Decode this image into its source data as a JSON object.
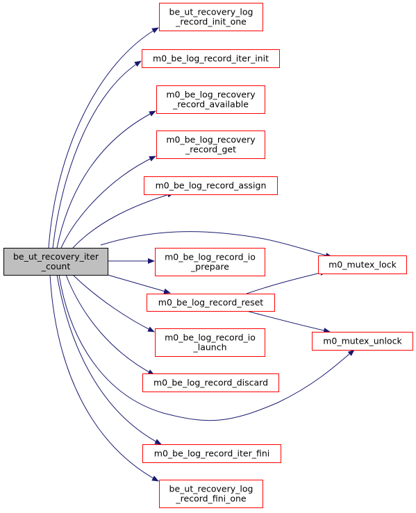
{
  "colors": {
    "edge": "#191970",
    "node_border": "#ff0000",
    "root_fill": "#bfbfbf",
    "root_border": "#000000",
    "node_fill": "#ffffff"
  },
  "graph": {
    "root": {
      "id": "root",
      "lines": [
        "be_ut_recovery_iter",
        "_count"
      ]
    },
    "nodes": [
      {
        "id": "n1",
        "lines": [
          "be_ut_recovery_log",
          "_record_init_one"
        ]
      },
      {
        "id": "n2",
        "lines": [
          "m0_be_log_record_iter_init"
        ]
      },
      {
        "id": "n3",
        "lines": [
          "m0_be_log_recovery",
          "_record_available"
        ]
      },
      {
        "id": "n4",
        "lines": [
          "m0_be_log_recovery",
          "_record_get"
        ]
      },
      {
        "id": "n5",
        "lines": [
          "m0_be_log_record_assign"
        ]
      },
      {
        "id": "n6",
        "lines": [
          "m0_be_log_record_io",
          "_prepare"
        ]
      },
      {
        "id": "n7",
        "lines": [
          "m0_be_log_record_reset"
        ]
      },
      {
        "id": "n8",
        "lines": [
          "m0_be_log_record_io",
          "_launch"
        ]
      },
      {
        "id": "n9",
        "lines": [
          "m0_be_log_record_discard"
        ]
      },
      {
        "id": "n10",
        "lines": [
          "m0_be_log_record_iter_fini"
        ]
      },
      {
        "id": "n11",
        "lines": [
          "be_ut_recovery_log",
          "_record_fini_one"
        ]
      },
      {
        "id": "n12",
        "lines": [
          "m0_mutex_lock"
        ]
      },
      {
        "id": "n13",
        "lines": [
          "m0_mutex_unlock"
        ]
      }
    ],
    "edges": [
      {
        "from": "root",
        "to": "n1"
      },
      {
        "from": "root",
        "to": "n2"
      },
      {
        "from": "root",
        "to": "n3"
      },
      {
        "from": "root",
        "to": "n4"
      },
      {
        "from": "root",
        "to": "n5"
      },
      {
        "from": "root",
        "to": "n12"
      },
      {
        "from": "root",
        "to": "n6"
      },
      {
        "from": "root",
        "to": "n7"
      },
      {
        "from": "root",
        "to": "n8"
      },
      {
        "from": "root",
        "to": "n9"
      },
      {
        "from": "root",
        "to": "n13"
      },
      {
        "from": "root",
        "to": "n10"
      },
      {
        "from": "root",
        "to": "n11"
      },
      {
        "from": "n7",
        "to": "n12"
      },
      {
        "from": "n7",
        "to": "n13"
      }
    ]
  }
}
